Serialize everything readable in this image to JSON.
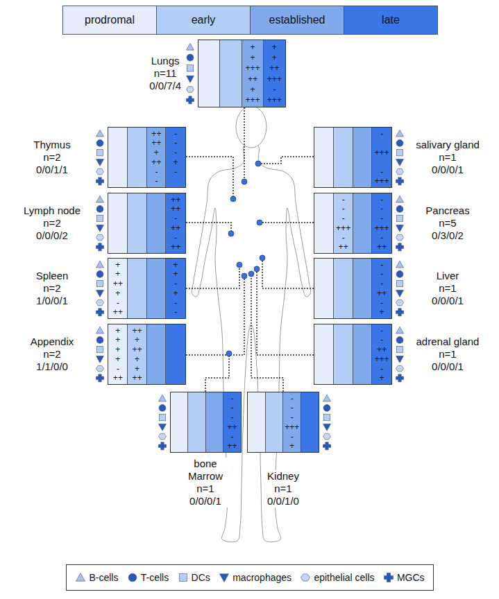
{
  "diagram": {
    "nodes": [
      {
        "text": [
          "prodromal"
        ]
      },
      {
        "text": [
          "early"
        ]
      },
      {
        "text": [
          "established"
        ]
      },
      {
        "text": [
          "late"
        ]
      },
      {
        "text": [
          "Lungs",
          "n=11",
          "0/0/7/4",
          "+",
          "+",
          "+++",
          "++",
          "+",
          "+++",
          "+",
          "+",
          "++",
          "+++",
          "-",
          "+++"
        ]
      },
      {
        "text": [
          "Thymus",
          "n=2",
          "0/0/1/1",
          "++",
          "++",
          "+",
          "++",
          "-",
          "-",
          "-",
          "-",
          "-",
          "+",
          "-"
        ]
      },
      {
        "text": [
          "salivary gland",
          "n=1",
          "0/0/0/1",
          "-",
          "+++",
          "-",
          "+++"
        ]
      },
      {
        "text": [
          "Lymph node",
          "n=2",
          "0/0/0/2",
          "++",
          "++",
          "-",
          "++",
          "-",
          "++"
        ]
      },
      {
        "text": [
          "Pancreas",
          "n=5",
          "0/3/0/2",
          "-",
          "-",
          "-",
          "+++",
          "-",
          "++",
          "-",
          "-",
          "-",
          "+++",
          "-",
          "++"
        ]
      },
      {
        "text": [
          "Spleen",
          "n=2",
          "1/0/0/1",
          "+",
          "+",
          "++",
          "+",
          "-",
          "++",
          "+",
          "+",
          "-",
          "+",
          "-",
          "-"
        ]
      },
      {
        "text": [
          "Liver",
          "n=1",
          "0/0/0/1",
          "-",
          "-",
          "-",
          "++",
          "-",
          "+"
        ]
      },
      {
        "text": [
          "Appendix",
          "n=2",
          "1/1/0/0",
          "+",
          "+",
          "+",
          "+",
          "-",
          "++",
          "++",
          "+",
          "++",
          "+",
          "+",
          "++"
        ]
      },
      {
        "text": [
          "adrenal gland",
          "n=1",
          "0/0/0/1",
          "-",
          "-",
          "++",
          "+++",
          "-",
          "+"
        ]
      },
      {
        "text": [
          "bone Marrow",
          "n=1",
          "0/0/0/1",
          "-",
          "-",
          "-",
          "++",
          "-",
          "++"
        ]
      },
      {
        "text": [
          "Kidney",
          "n=1",
          "0/0/1/0",
          "-",
          "-",
          "-",
          "+++",
          "-",
          "+"
        ]
      }
    ],
    "legend": [
      {
        "text": "B-cells"
      },
      {
        "text": "T-cells"
      },
      {
        "text": "DCs"
      },
      {
        "text": "macrophages"
      },
      {
        "text": "epithelial cells"
      },
      {
        "text": "MGCs"
      }
    ]
  }
}
